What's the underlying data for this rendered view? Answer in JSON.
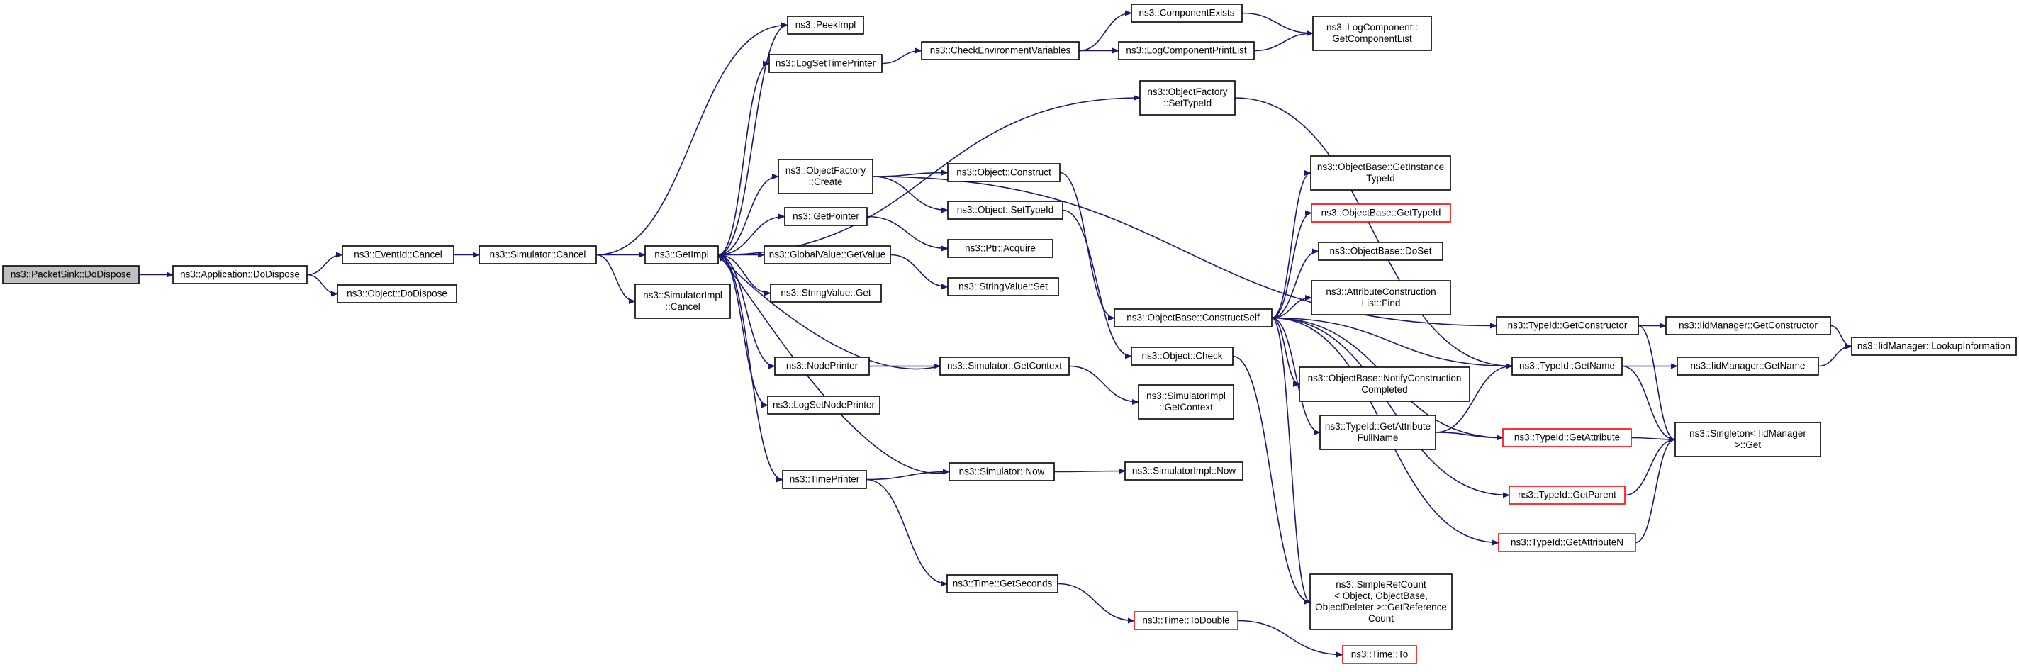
{
  "colors": {
    "edge": "#191970",
    "node_border": "#000000",
    "truncated_border": "#ff0000",
    "root_fill": "#bfbfbf",
    "node_fill": "#ffffff"
  },
  "nodes": [
    {
      "id": "packetsink_dodispose",
      "lines": [
        "ns3::PacketSink::DoDispose"
      ],
      "style": "root"
    },
    {
      "id": "application_dodispose",
      "lines": [
        "ns3::Application::DoDispose"
      ]
    },
    {
      "id": "eventid_cancel",
      "lines": [
        "ns3::EventId::Cancel"
      ]
    },
    {
      "id": "object_dodispose",
      "lines": [
        "ns3::Object::DoDispose"
      ]
    },
    {
      "id": "simulator_cancel",
      "lines": [
        "ns3::Simulator::Cancel"
      ]
    },
    {
      "id": "getimpl",
      "lines": [
        "ns3::GetImpl"
      ]
    },
    {
      "id": "simulatorimpl_cancel",
      "lines": [
        "ns3::SimulatorImpl",
        "::Cancel"
      ]
    },
    {
      "id": "peekimpl",
      "lines": [
        "ns3::PeekImpl"
      ]
    },
    {
      "id": "logsettimeprinter",
      "lines": [
        "ns3::LogSetTimePrinter"
      ]
    },
    {
      "id": "objectfactory_create",
      "lines": [
        "ns3::ObjectFactory",
        "::Create"
      ]
    },
    {
      "id": "getpointer",
      "lines": [
        "ns3::GetPointer"
      ]
    },
    {
      "id": "globalvalue_getvalue",
      "lines": [
        "ns3::GlobalValue::GetValue"
      ]
    },
    {
      "id": "stringvalue_get",
      "lines": [
        "ns3::StringValue::Get"
      ]
    },
    {
      "id": "nodeprinter",
      "lines": [
        "ns3::NodePrinter"
      ]
    },
    {
      "id": "logsetnodeprinter",
      "lines": [
        "ns3::LogSetNodePrinter"
      ]
    },
    {
      "id": "timeprinter",
      "lines": [
        "ns3::TimePrinter"
      ]
    },
    {
      "id": "checkenvironmentvariables",
      "lines": [
        "ns3::CheckEnvironmentVariables"
      ]
    },
    {
      "id": "object_construct",
      "lines": [
        "ns3::Object::Construct"
      ]
    },
    {
      "id": "object_settypeid",
      "lines": [
        "ns3::Object::SetTypeId"
      ]
    },
    {
      "id": "ptr_acquire",
      "lines": [
        "ns3::Ptr::Acquire"
      ]
    },
    {
      "id": "stringvalue_set",
      "lines": [
        "ns3::StringValue::Set"
      ]
    },
    {
      "id": "simulator_getcontext",
      "lines": [
        "ns3::Simulator::GetContext"
      ]
    },
    {
      "id": "simulator_now",
      "lines": [
        "ns3::Simulator::Now"
      ]
    },
    {
      "id": "time_getseconds",
      "lines": [
        "ns3::Time::GetSeconds"
      ]
    },
    {
      "id": "componentexists",
      "lines": [
        "ns3::ComponentExists"
      ]
    },
    {
      "id": "logcomponentprintlist",
      "lines": [
        "ns3::LogComponentPrintList"
      ]
    },
    {
      "id": "objectfactory_settypeid",
      "lines": [
        "ns3::ObjectFactory",
        "::SetTypeId"
      ]
    },
    {
      "id": "objectbase_constructself",
      "lines": [
        "ns3::ObjectBase::ConstructSelf"
      ]
    },
    {
      "id": "object_check",
      "lines": [
        "ns3::Object::Check"
      ]
    },
    {
      "id": "simulatorimpl_getcontext",
      "lines": [
        "ns3::SimulatorImpl",
        "::GetContext"
      ]
    },
    {
      "id": "simulatorimpl_now",
      "lines": [
        "ns3::SimulatorImpl::Now"
      ]
    },
    {
      "id": "time_todouble",
      "lines": [
        "ns3::Time::ToDouble"
      ],
      "style": "truncated"
    },
    {
      "id": "logcomponent_getcomponentlist",
      "lines": [
        "ns3::LogComponent::",
        "GetComponentList"
      ]
    },
    {
      "id": "objectbase_getinstancetypeid",
      "lines": [
        "ns3::ObjectBase::GetInstance",
        "TypeId"
      ]
    },
    {
      "id": "objectbase_gettypeid",
      "lines": [
        "ns3::ObjectBase::GetTypeId"
      ],
      "style": "truncated"
    },
    {
      "id": "objectbase_doset",
      "lines": [
        "ns3::ObjectBase::DoSet"
      ]
    },
    {
      "id": "attributeconstructionlist_find",
      "lines": [
        "ns3::AttributeConstruction",
        "List::Find"
      ]
    },
    {
      "id": "objectbase_notifyconstructioncompleted",
      "lines": [
        "ns3::ObjectBase::NotifyConstruction",
        "Completed"
      ]
    },
    {
      "id": "typeid_getattributefullname",
      "lines": [
        "ns3::TypeId::GetAttribute",
        "FullName"
      ]
    },
    {
      "id": "simplerefcount_getreferencecount",
      "lines": [
        "ns3::SimpleRefCount",
        "< Object, ObjectBase,",
        "ObjectDeleter >::GetReference",
        "Count"
      ]
    },
    {
      "id": "time_to",
      "lines": [
        "ns3::Time::To"
      ],
      "style": "truncated"
    },
    {
      "id": "typeid_getconstructor",
      "lines": [
        "ns3::TypeId::GetConstructor"
      ]
    },
    {
      "id": "typeid_getname",
      "lines": [
        "ns3::TypeId::GetName"
      ]
    },
    {
      "id": "typeid_getattribute",
      "lines": [
        "ns3::TypeId::GetAttribute"
      ],
      "style": "truncated"
    },
    {
      "id": "typeid_getparent",
      "lines": [
        "ns3::TypeId::GetParent"
      ],
      "style": "truncated"
    },
    {
      "id": "typeid_getattributen",
      "lines": [
        "ns3::TypeId::GetAttributeN"
      ],
      "style": "truncated"
    },
    {
      "id": "iidmanager_getconstructor",
      "lines": [
        "ns3::IidManager::GetConstructor"
      ]
    },
    {
      "id": "iidmanager_getname",
      "lines": [
        "ns3::IidManager::GetName"
      ]
    },
    {
      "id": "singleton_iidmanager_get",
      "lines": [
        "ns3::Singleton< IidManager",
        ">::Get"
      ]
    },
    {
      "id": "iidmanager_lookupinformation",
      "lines": [
        "ns3::IidManager::LookupInformation"
      ]
    }
  ],
  "edges": [
    [
      "packetsink_dodispose",
      "application_dodispose"
    ],
    [
      "application_dodispose",
      "eventid_cancel"
    ],
    [
      "application_dodispose",
      "object_dodispose"
    ],
    [
      "eventid_cancel",
      "simulator_cancel"
    ],
    [
      "simulator_cancel",
      "getimpl"
    ],
    [
      "simulator_cancel",
      "peekimpl"
    ],
    [
      "simulator_cancel",
      "simulatorimpl_cancel"
    ],
    [
      "getimpl",
      "peekimpl"
    ],
    [
      "getimpl",
      "logsettimeprinter"
    ],
    [
      "getimpl",
      "objectfactory_settypeid"
    ],
    [
      "getimpl",
      "objectfactory_create"
    ],
    [
      "getimpl",
      "getpointer"
    ],
    [
      "getimpl",
      "globalvalue_getvalue"
    ],
    [
      "getimpl",
      "stringvalue_get"
    ],
    [
      "getimpl",
      "nodeprinter"
    ],
    [
      "getimpl",
      "logsetnodeprinter"
    ],
    [
      "getimpl",
      "timeprinter"
    ],
    [
      "logsettimeprinter",
      "checkenvironmentvariables"
    ],
    [
      "checkenvironmentvariables",
      "componentexists"
    ],
    [
      "checkenvironmentvariables",
      "logcomponentprintlist"
    ],
    [
      "componentexists",
      "logcomponent_getcomponentlist"
    ],
    [
      "logcomponentprintlist",
      "logcomponent_getcomponentlist"
    ],
    [
      "objectfactory_settypeid",
      "typeid_getname"
    ],
    [
      "objectfactory_create",
      "object_construct"
    ],
    [
      "objectfactory_create",
      "object_settypeid"
    ],
    [
      "objectfactory_create",
      "typeid_getconstructor"
    ],
    [
      "object_construct",
      "objectbase_constructself"
    ],
    [
      "object_settypeid",
      "object_check"
    ],
    [
      "getpointer",
      "ptr_acquire"
    ],
    [
      "globalvalue_getvalue",
      "stringvalue_set"
    ],
    [
      "nodeprinter",
      "simulator_getcontext"
    ],
    [
      "simulator_getcontext",
      "getimpl"
    ],
    [
      "simulator_getcontext",
      "simulatorimpl_getcontext"
    ],
    [
      "timeprinter",
      "simulator_now"
    ],
    [
      "timeprinter",
      "time_getseconds"
    ],
    [
      "simulator_now",
      "getimpl"
    ],
    [
      "simulator_now",
      "simulatorimpl_now"
    ],
    [
      "time_getseconds",
      "time_todouble"
    ],
    [
      "time_todouble",
      "time_to"
    ],
    [
      "objectbase_constructself",
      "objectbase_getinstancetypeid"
    ],
    [
      "objectbase_constructself",
      "objectbase_gettypeid"
    ],
    [
      "objectbase_constructself",
      "objectbase_doset"
    ],
    [
      "objectbase_constructself",
      "attributeconstructionlist_find"
    ],
    [
      "objectbase_constructself",
      "objectbase_notifyconstructioncompleted"
    ],
    [
      "objectbase_constructself",
      "typeid_getattributefullname"
    ],
    [
      "objectbase_constructself",
      "simplerefcount_getreferencecount"
    ],
    [
      "objectbase_constructself",
      "typeid_getname"
    ],
    [
      "objectbase_constructself",
      "typeid_getattribute"
    ],
    [
      "objectbase_constructself",
      "typeid_getparent"
    ],
    [
      "objectbase_constructself",
      "typeid_getattributen"
    ],
    [
      "object_check",
      "simplerefcount_getreferencecount"
    ],
    [
      "typeid_getattributefullname",
      "typeid_getname"
    ],
    [
      "typeid_getattributefullname",
      "typeid_getattribute"
    ],
    [
      "typeid_getconstructor",
      "iidmanager_getconstructor"
    ],
    [
      "typeid_getconstructor",
      "singleton_iidmanager_get"
    ],
    [
      "typeid_getname",
      "iidmanager_getname"
    ],
    [
      "typeid_getname",
      "singleton_iidmanager_get"
    ],
    [
      "typeid_getattribute",
      "singleton_iidmanager_get"
    ],
    [
      "typeid_getparent",
      "singleton_iidmanager_get"
    ],
    [
      "typeid_getattributen",
      "singleton_iidmanager_get"
    ],
    [
      "iidmanager_getconstructor",
      "iidmanager_lookupinformation"
    ],
    [
      "iidmanager_getname",
      "iidmanager_lookupinformation"
    ]
  ]
}
